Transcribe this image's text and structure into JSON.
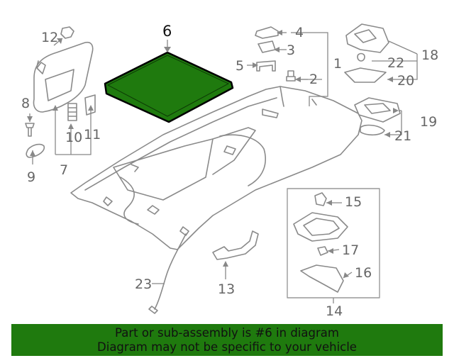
{
  "callouts": {
    "c1": "1",
    "c2": "2",
    "c3": "3",
    "c4": "4",
    "c5": "5",
    "c6": "6",
    "c7": "7",
    "c8": "8",
    "c9": "9",
    "c10": "10",
    "c11": "11",
    "c12": "12",
    "c13": "13",
    "c14": "14",
    "c15": "15",
    "c16": "16",
    "c17": "17",
    "c18": "18",
    "c19": "19",
    "c20": "20",
    "c21": "21",
    "c22": "22",
    "c23": "23"
  },
  "banner": {
    "line1": "Part or sub-assembly is #6 in diagram",
    "line2": "Diagram may not be specific to your vehicle"
  },
  "colors": {
    "highlight_part": "#1f7a0e",
    "banner_bg": "#1f7a0e",
    "line": "#888888"
  }
}
